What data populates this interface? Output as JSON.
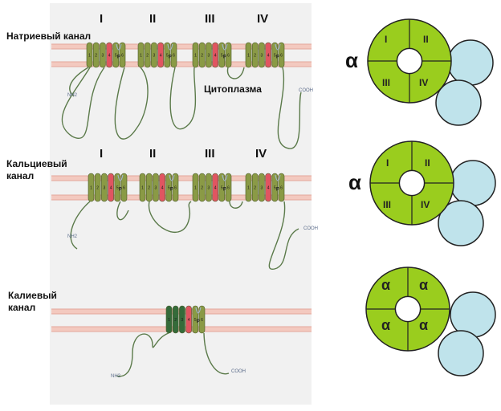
{
  "channels": [
    {
      "label": "Натриевый канал",
      "domains": [
        "I",
        "II",
        "III",
        "IV"
      ],
      "cytoplasm_label": "Цитоплазма",
      "n_terminus": "NH2",
      "c_terminus": "COOH",
      "segments": [
        "1",
        "2",
        "3",
        "4",
        "5",
        "6"
      ],
      "pore_label": "P",
      "subunit_diagram": {
        "alpha_label": "α",
        "sectors": [
          "I",
          "II",
          "III",
          "IV"
        ]
      }
    },
    {
      "label": "Кальциевый канал",
      "domains": [
        "I",
        "II",
        "III",
        "IV"
      ],
      "n_terminus": "NH2",
      "c_terminus": "COOH",
      "segments": [
        "1",
        "2",
        "3",
        "4",
        "5",
        "6"
      ],
      "pore_label": "P",
      "subunit_diagram": {
        "alpha_label": "α",
        "sectors": [
          "I",
          "II",
          "III",
          "IV"
        ]
      }
    },
    {
      "label": "Калиевый канал",
      "n_terminus": "NH2",
      "c_terminus": "COOH",
      "segments": [
        "1",
        "2",
        "3",
        "4",
        "5",
        "6"
      ],
      "pore_label": "P",
      "subunit_diagram": {
        "sectors": [
          "α",
          "α",
          "α",
          "α"
        ]
      }
    }
  ],
  "colors": {
    "membrane_line": "#e3a79b",
    "helix": "#8a9a45",
    "helix_dark": "#356b3a",
    "s4_helix": "#e05561",
    "loop": "#5b7a4a",
    "ring_green": "#9acd1e",
    "auxiliary_subunit": "#bfe3eb"
  }
}
